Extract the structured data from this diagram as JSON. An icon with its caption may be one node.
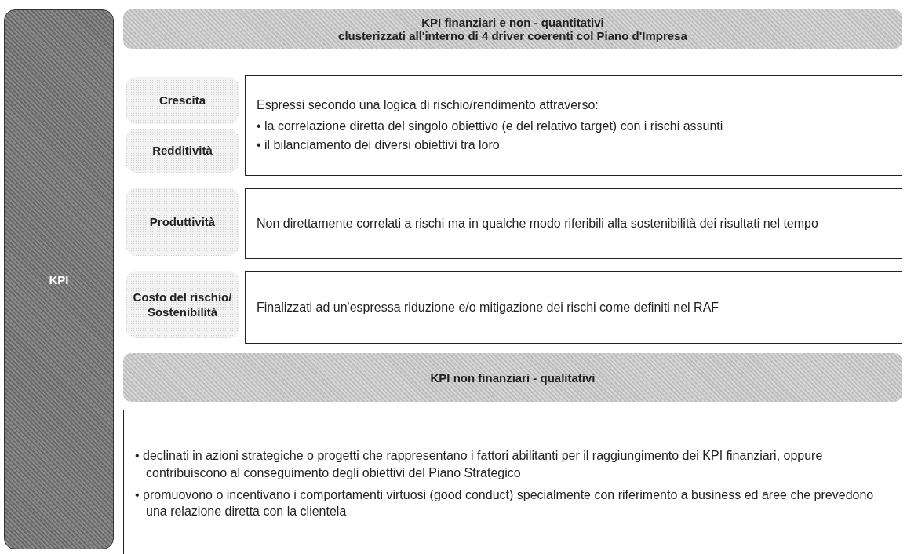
{
  "diagram": {
    "nodes": [
      {
        "text": [
          "KPI"
        ]
      },
      {
        "text": [
          "KPI finanziari e non - quantitativi",
          "clusterizzati all'interno di 4 driver coerenti col Piano d'Impresa"
        ]
      },
      {
        "text": [
          "Crescita"
        ]
      },
      {
        "text": [
          "Redditività"
        ]
      },
      {
        "text": [
          "Espressi secondo una logica di rischio/rendimento attraverso:",
          "• la correlazione diretta del singolo obiettivo (e del relativo target) con i rischi assunti",
          "• il bilanciamento dei diversi obiettivi tra loro"
        ]
      },
      {
        "text": [
          "Produttività"
        ]
      },
      {
        "text": [
          "Non direttamente correlati a rischi ma in qualche modo riferibili alla sostenibilità dei risultati nel tempo"
        ]
      },
      {
        "text": [
          "Costo del rischio/ Sostenibilità"
        ]
      },
      {
        "text": [
          "Finalizzati ad un'espressa riduzione e/o mitigazione dei rischi come definiti nel RAF"
        ]
      },
      {
        "text": [
          "KPI non finanziari - qualitativi"
        ]
      },
      {
        "text": [
          "• declinati in azioni strategiche o progetti che rappresentano i fattori abilitanti per il raggiungimento dei KPI finanziari, oppure contribuiscono al conseguimento degli obiettivi del Piano Strategico",
          "• promuovono o incentivano i comportamenti virtuosi (good conduct) specialmente con riferimento a business ed aree che prevedono una relazione diretta con la clientela"
        ]
      }
    ],
    "edges": []
  }
}
